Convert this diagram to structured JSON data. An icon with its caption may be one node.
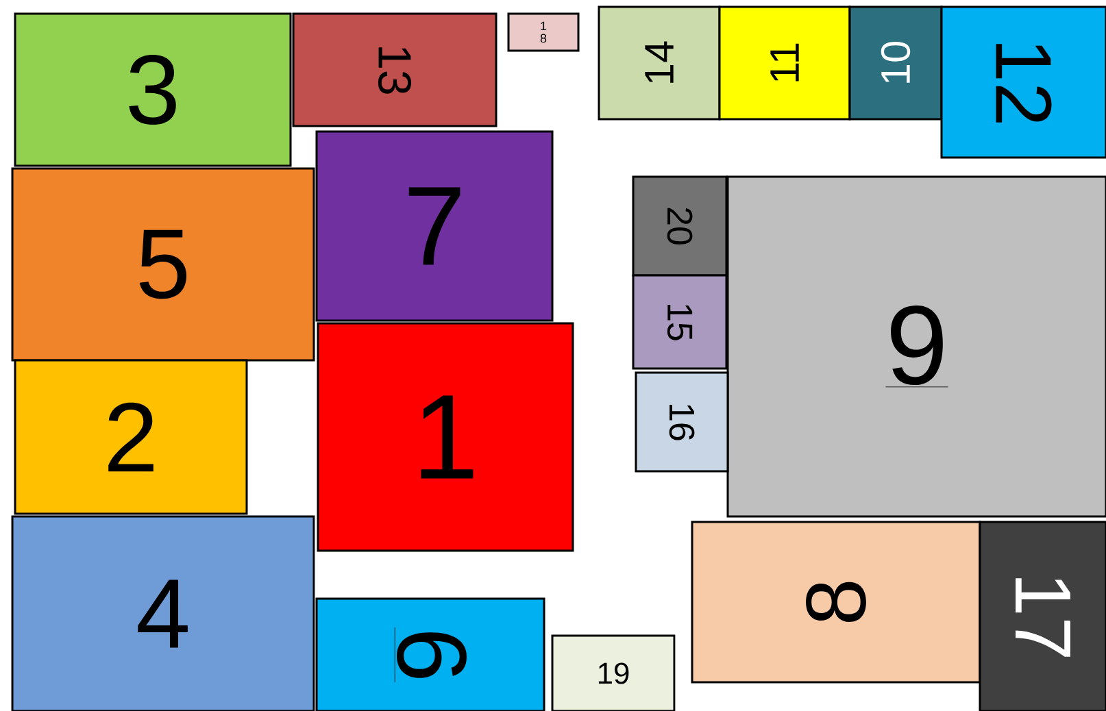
{
  "diagram": {
    "nodes": [
      {
        "text": [
          "3"
        ]
      },
      {
        "text": [
          "13"
        ]
      },
      {
        "text": [
          "1 8"
        ]
      },
      {
        "text": [
          "14"
        ]
      },
      {
        "text": [
          "11"
        ]
      },
      {
        "text": [
          "10"
        ]
      },
      {
        "text": [
          "12"
        ]
      },
      {
        "text": [
          "7"
        ]
      },
      {
        "text": [
          "5"
        ]
      },
      {
        "text": [
          "20"
        ]
      },
      {
        "text": [
          "9"
        ]
      },
      {
        "text": [
          "15"
        ]
      },
      {
        "text": [
          "2"
        ]
      },
      {
        "text": [
          "1"
        ]
      },
      {
        "text": [
          "16"
        ]
      },
      {
        "text": [
          "4"
        ]
      },
      {
        "text": [
          "8"
        ]
      },
      {
        "text": [
          "17"
        ]
      },
      {
        "text": [
          "6"
        ]
      },
      {
        "text": [
          "19"
        ]
      }
    ]
  }
}
